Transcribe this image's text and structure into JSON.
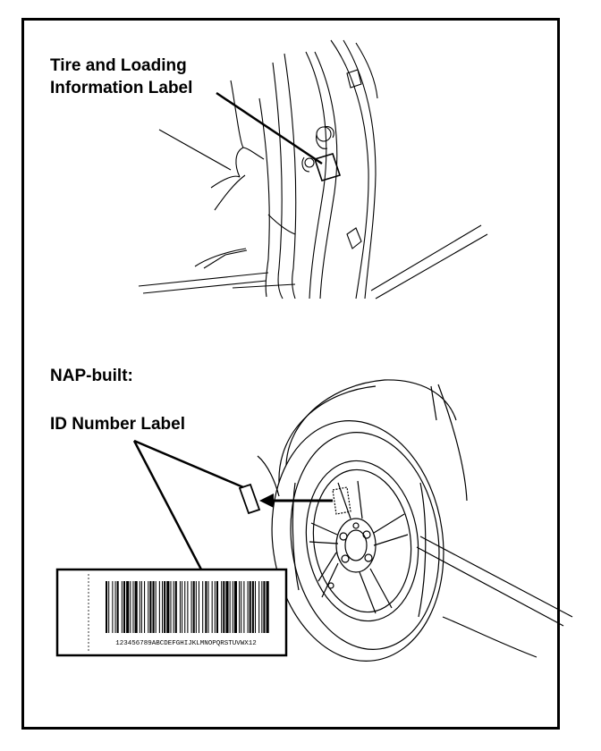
{
  "top_view": {
    "callout_line1": "Tire and Loading",
    "callout_line2": "Information Label"
  },
  "bottom_view": {
    "section_heading": "NAP-built:",
    "callout": "ID Number Label",
    "barcode_text": "123456789ABCDEFGHIJKLMNOPQRSTUVWX12"
  },
  "colors": {
    "ink": "#000000",
    "paper": "#ffffff"
  }
}
